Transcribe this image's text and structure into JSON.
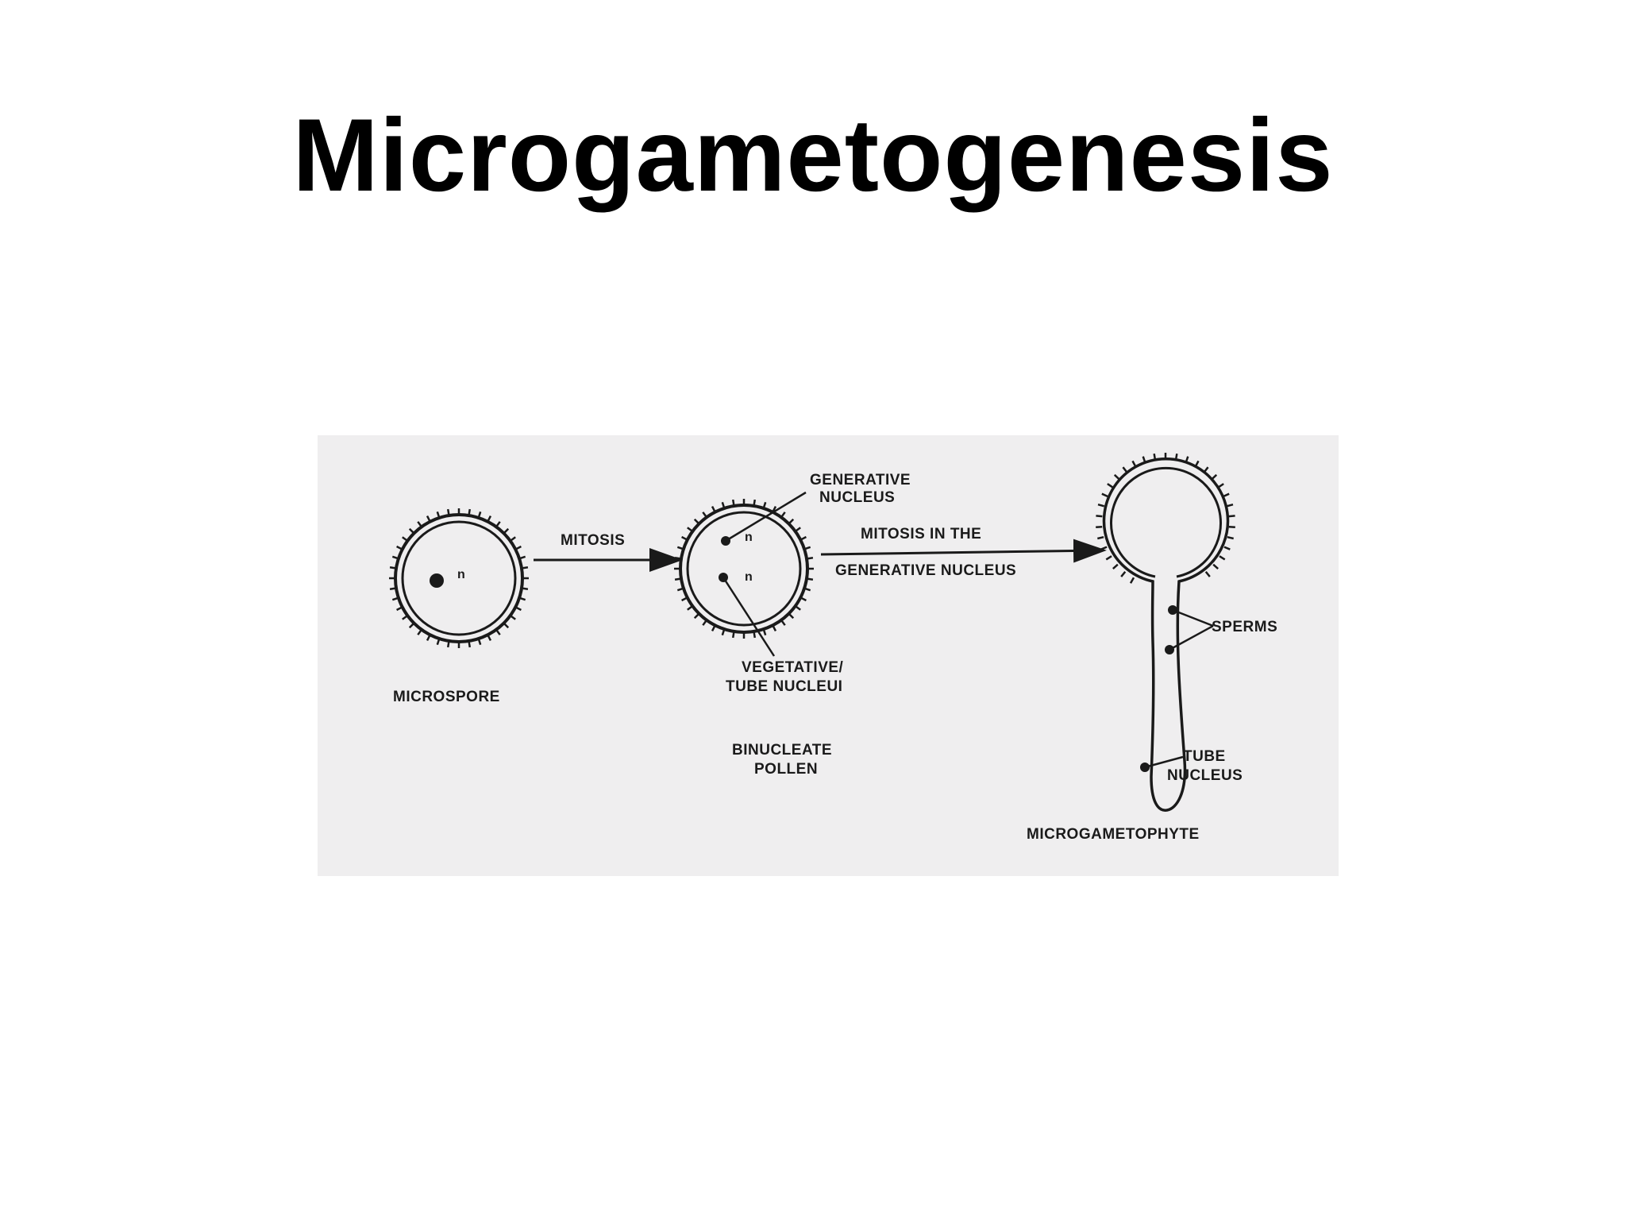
{
  "title": "Microgametogenesis",
  "diagram": {
    "labels": {
      "microspore": "MICROSPORE",
      "mitosis": "MITOSIS",
      "generative_nucleus_line1": "GENERATIVE",
      "generative_nucleus_line2": "NUCLEUS",
      "mitosis_generative_line1": "MITOSIS IN THE",
      "mitosis_generative_line2": "GENERATIVE NUCLEUS",
      "vegetative_line1": "VEGETATIVE/",
      "vegetative_line2": "TUBE NUCLEUI",
      "binucleate_line1": "BINUCLEATE",
      "binucleate_line2": "POLLEN",
      "sperms": "SPERMS",
      "tube_nucleus_line1": "TUBE",
      "tube_nucleus_line2": "NUCLEUS",
      "microgametophyte": "MICROGAMETOPHYTE",
      "ploidy": "n"
    },
    "colors": {
      "background": "#efeeef",
      "ink": "#1a1a1a"
    }
  }
}
